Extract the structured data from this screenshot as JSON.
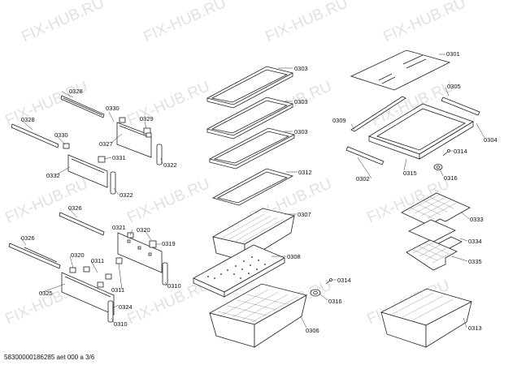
{
  "watermark": "FIX-HUB.RU",
  "footer": "58300000186285 aet 000 a 3/6",
  "callouts": {
    "p0301": "0301",
    "p0302": "0302",
    "p0303": "0303",
    "p0304": "0304",
    "p0305": "0305",
    "p0306": "0306",
    "p0307": "0307",
    "p0308": "0308",
    "p0309": "0309",
    "p0310": "0310",
    "p0311": "0311",
    "p0312": "0312",
    "p0313": "0313",
    "p0314": "0314",
    "p0315": "0315",
    "p0316": "0316",
    "p0319": "0319",
    "p0320": "0320",
    "p0321": "0321",
    "p0322": "0322",
    "p0324": "0324",
    "p0325": "0325",
    "p0326": "0326",
    "p0327": "0327",
    "p0328": "0328",
    "p0329": "0329",
    "p0330": "0330",
    "p0331": "0331",
    "p0332": "0332",
    "p0333": "0333",
    "p0334": "0334",
    "p0335": "0335"
  }
}
